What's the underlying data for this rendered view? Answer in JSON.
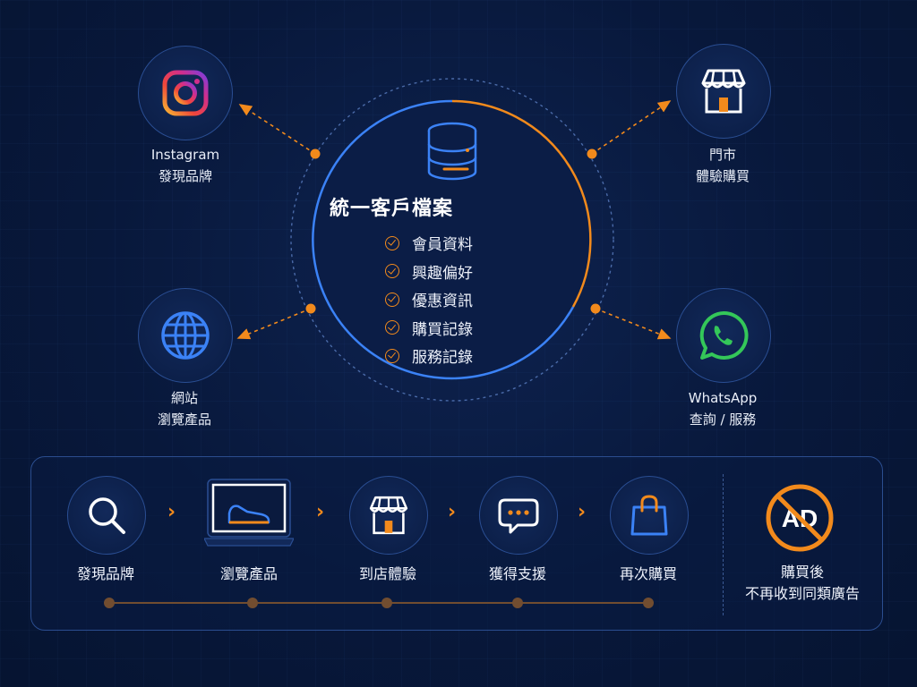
{
  "hub": {
    "title": "統一客戶檔案",
    "features": [
      "會員資料",
      "興趣偏好",
      "優惠資訊",
      "購買記錄",
      "服務記錄"
    ]
  },
  "channels": {
    "instagram": {
      "line1": "Instagram",
      "line2": "發現品牌"
    },
    "store": {
      "line1": "門市",
      "line2": "體驗購買"
    },
    "website": {
      "line1": "網站",
      "line2": "瀏覽產品"
    },
    "whatsapp": {
      "line1": "WhatsApp",
      "line2": "查詢 / 服務"
    }
  },
  "journey": {
    "steps": [
      "發現品牌",
      "瀏覽產品",
      "到店體驗",
      "獲得支援",
      "再次購買"
    ],
    "no_ads": {
      "line1": "購買後",
      "line2": "不再收到同類廣告",
      "icon_text": "AD"
    }
  },
  "colors": {
    "accent_orange": "#f28a1c",
    "accent_blue": "#3b82f6",
    "background": "#08183b"
  }
}
